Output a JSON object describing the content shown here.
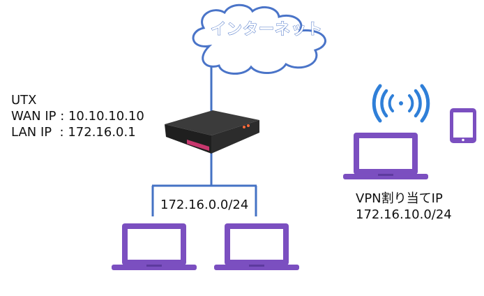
{
  "cloud": {
    "label": "インターネット"
  },
  "router": {
    "name": "UTX",
    "wan_line": "WAN IP : 10.10.10.10",
    "lan_line": "LAN IP  : 172.16.0.1"
  },
  "lan": {
    "subnet": "172.16.0.0/24"
  },
  "vpn": {
    "title": "VPN割り当てIP",
    "subnet": "172.16.10.0/24"
  },
  "colors": {
    "cloud_stroke": "#4a74c8",
    "line": "#4472c4",
    "laptop": "#7b4fc0",
    "wifi": "#2f7fd8",
    "router_body": "#2a2a2a",
    "router_accent": "#c8386e"
  },
  "icons": [
    "cloud-icon",
    "router-icon",
    "laptop-icon",
    "wifi-icon",
    "tablet-icon"
  ]
}
